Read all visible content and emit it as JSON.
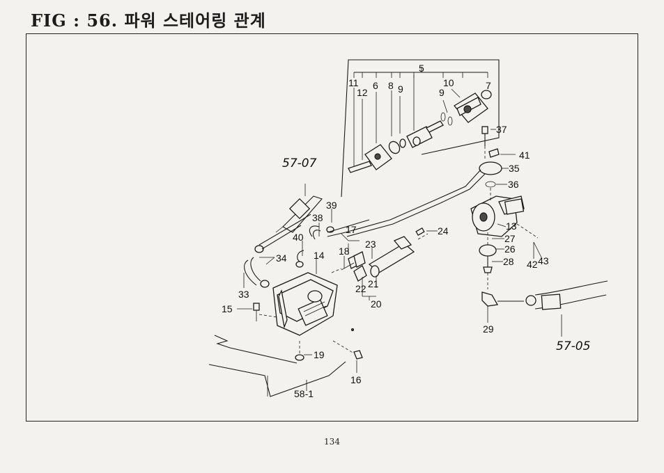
{
  "figure": {
    "title": "FIG : 56. 파워 스테어링 관계",
    "page_number": "134"
  },
  "callouts": {
    "c5": "5",
    "c11": "11",
    "c12": "12",
    "c6": "6",
    "c8": "8",
    "c9a": "9",
    "c9b": "9",
    "c10": "10",
    "c7": "7",
    "c37": "37",
    "c41": "41",
    "c35": "35",
    "c36": "36",
    "c13": "13",
    "c27": "27",
    "c26": "26",
    "c28": "28",
    "c42": "42",
    "c43": "43",
    "c29": "29",
    "c24": "24",
    "c39": "39",
    "c38": "38",
    "c17": "17",
    "c40": "40",
    "c18": "18",
    "c23": "23",
    "c34": "34",
    "c14": "14",
    "c33": "33",
    "c22": "22",
    "c21": "21",
    "c20": "20",
    "c15": "15",
    "c19": "19",
    "c16": "16",
    "c58": "58-1"
  },
  "references": {
    "ref_top": "57-07",
    "ref_right": "57-05"
  }
}
